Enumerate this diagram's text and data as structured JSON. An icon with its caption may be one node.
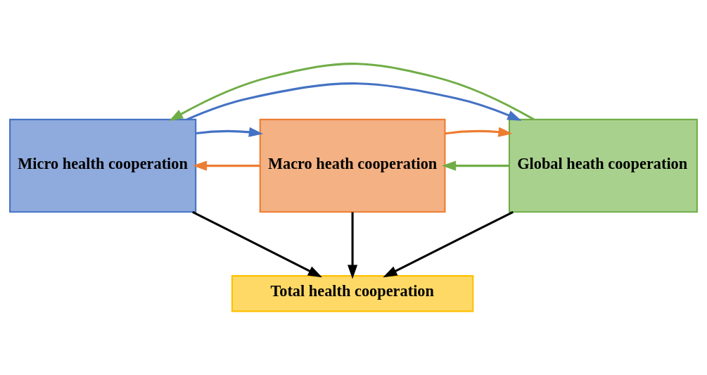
{
  "diagram": {
    "nodes": [
      {
        "text": [
          "Micro health cooperation"
        ]
      },
      {
        "text": [
          "Macro heath cooperation"
        ]
      },
      {
        "text": [
          "Global heath cooperation"
        ]
      },
      {
        "text": [
          "Total health cooperation"
        ]
      }
    ],
    "edges": [
      {
        "from": 1,
        "to": 0,
        "arrow": "to",
        "color": "#ed7d31"
      },
      {
        "from": 0,
        "to": 1,
        "arrow": "to",
        "color": "#4472c4"
      },
      {
        "from": 2,
        "to": 1,
        "arrow": "to",
        "color": "#70ad47"
      },
      {
        "from": 1,
        "to": 2,
        "arrow": "to",
        "color": "#ed7d31"
      },
      {
        "from": 0,
        "to": 3,
        "arrow": "to"
      },
      {
        "from": 1,
        "to": 3,
        "arrow": "to"
      },
      {
        "from": 2,
        "to": 3,
        "arrow": "to"
      },
      {
        "from": 0,
        "to": 2,
        "arrow": "to",
        "color": "#4472c4"
      },
      {
        "from": 2,
        "to": 0,
        "arrow": "to",
        "color": "#70ad47"
      }
    ]
  }
}
